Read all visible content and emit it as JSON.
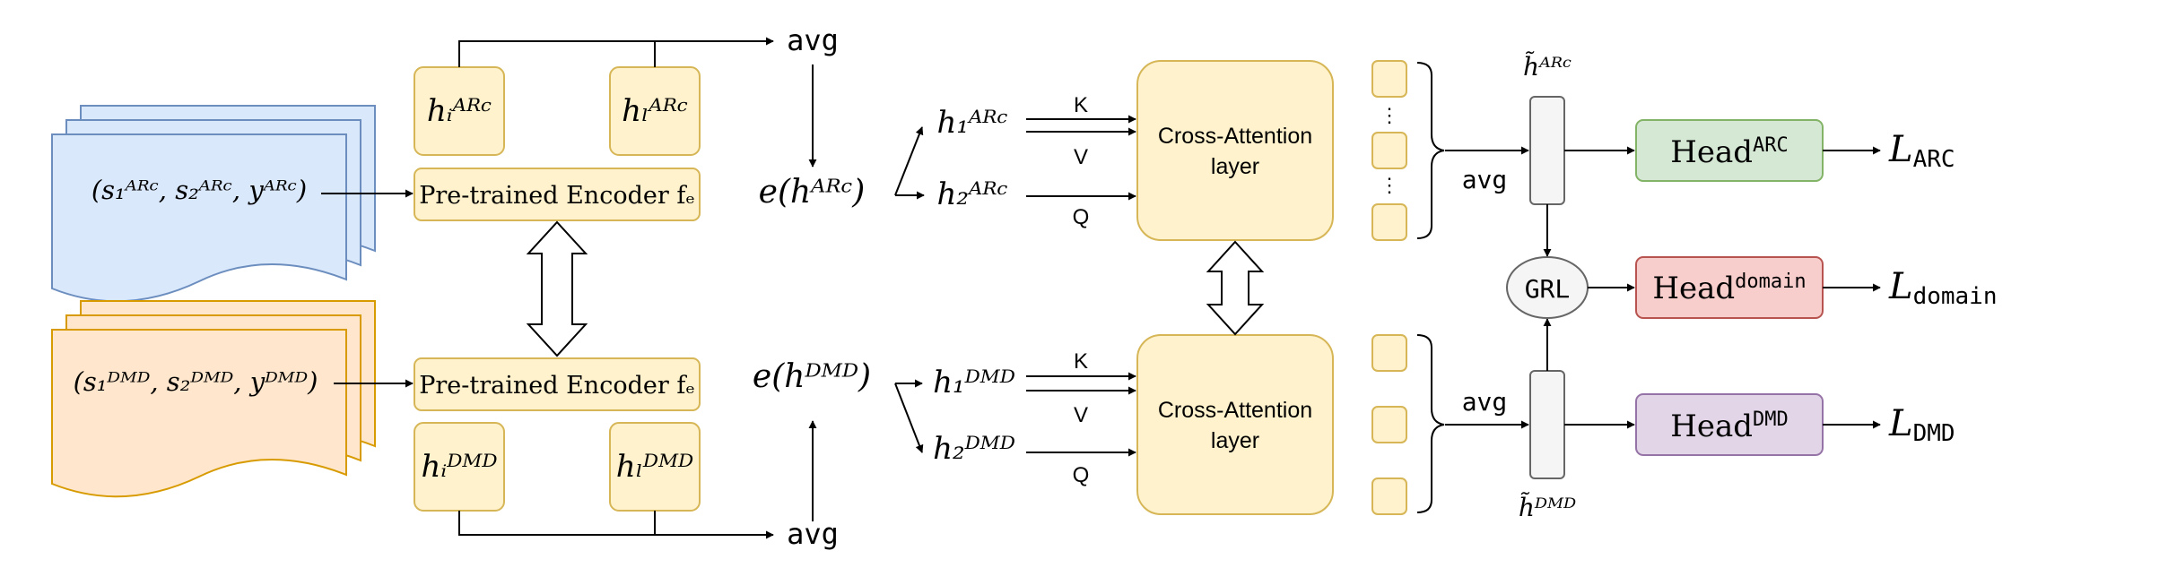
{
  "inputs": {
    "arc_tuple": "(s₁ᴬᴿᶜ, s₂ᴬᴿᶜ, yᴬᴿᶜ)",
    "dmd_tuple": "(s₁ᴰᴹᴰ, s₂ᴰᴹᴰ, yᴰᴹᴰ)"
  },
  "encoder": {
    "label_top": "Pre-trained Encoder fₑ",
    "label_bottom": "Pre-trained Encoder fₑ"
  },
  "hidden": {
    "hi_arc": "hᵢᴬᴿᶜ",
    "hl_arc": "hₗᴬᴿᶜ",
    "hi_dmd": "hᵢᴰᴹᴰ",
    "hl_dmd": "hₗᴰᴹᴰ"
  },
  "pooling": {
    "avg_top": "avg",
    "avg_bottom": "avg",
    "avg_right_top": "avg",
    "avg_right_bottom": "avg"
  },
  "embeddings": {
    "e_arc": "e(hᴬᴿᶜ)",
    "e_dmd": "e(hᴰᴹᴰ)",
    "h1_arc": "h₁ᴬᴿᶜ",
    "h2_arc": "h₂ᴬᴿᶜ",
    "h1_dmd": "h₁ᴰᴹᴰ",
    "h2_dmd": "h₂ᴰᴹᴰ"
  },
  "attention": {
    "k": "K",
    "v": "V",
    "q": "Q",
    "layer_line1": "Cross-Attention",
    "layer_line2": "layer",
    "dots": "⋮"
  },
  "outputs": {
    "htilde_arc": "h̃ᴬᴿᶜ",
    "htilde_dmd": "h̃ᴰᴹᴰ",
    "grl": "GRL",
    "head_word": "Head",
    "head_arc_sup": "ARC",
    "head_domain_sup": "domain",
    "head_dmd_sup": "DMD",
    "loss_symbol": "L",
    "loss_arc_sub": "ARC",
    "loss_domain_sub": "domain",
    "loss_dmd_sub": "DMD"
  },
  "colors": {
    "blue_fill": "#dae8fc",
    "orange_fill": "#ffe6cc",
    "yellow_fill": "#fff2cc",
    "green_fill": "#d5e8d4",
    "red_fill": "#f8cecc",
    "purple_fill": "#e1d5e7"
  }
}
